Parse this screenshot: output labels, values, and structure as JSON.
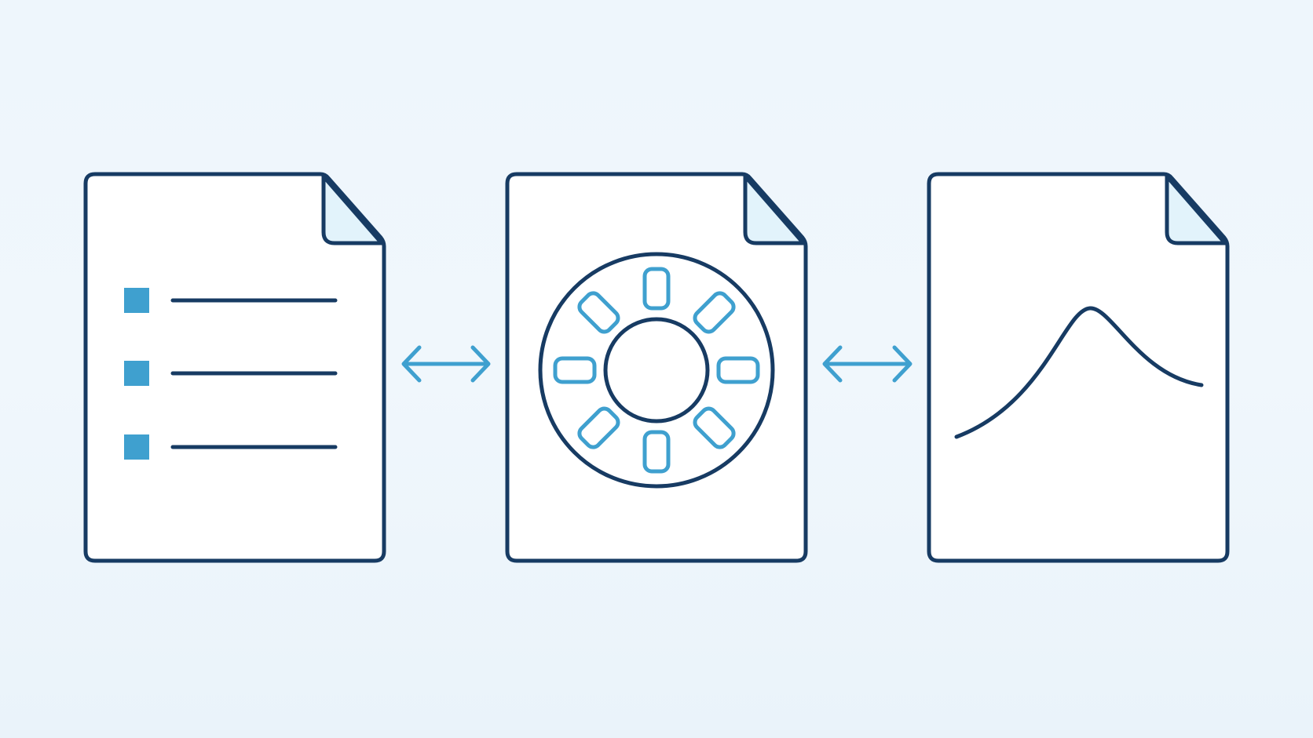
{
  "colors": {
    "background_top": "#eef6fc",
    "background_bottom": "#eaf3fa",
    "outline": "#173b63",
    "accent": "#3fa0cf",
    "page_fill": "#ffffff",
    "fold_fill": "#e2f3fb"
  },
  "diagram": {
    "nodes": [
      {
        "id": "list-document",
        "icon": "bulleted-list-icon",
        "bullet_count": 3
      },
      {
        "id": "wheel-document",
        "icon": "gear-ring-icon",
        "segment_count": 8
      },
      {
        "id": "curve-document",
        "icon": "bell-curve-icon"
      }
    ],
    "connectors": [
      {
        "from": "list-document",
        "to": "wheel-document",
        "type": "bidirectional-arrow"
      },
      {
        "from": "wheel-document",
        "to": "curve-document",
        "type": "bidirectional-arrow"
      }
    ]
  }
}
